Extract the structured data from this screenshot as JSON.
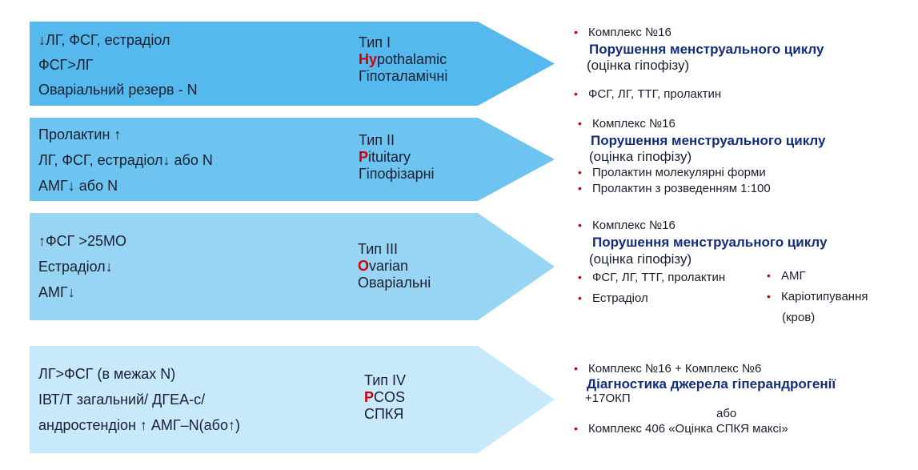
{
  "rows": [
    {
      "lines": [
        "↓ЛГ, ФСГ, естрадіол",
        "ФСГ>ЛГ",
        "Оваріальний резерв - N"
      ],
      "type_label": "Тип I",
      "type_letter": "Hy",
      "type_rest": "pothalamic",
      "type_ukr": "Гіпоталамічні"
    },
    {
      "lines": [
        "Пролактин ↑",
        "ЛГ, ФСГ, естрадіол↓ або N",
        "АМГ↓ або N"
      ],
      "type_label": "Тип II",
      "type_letter": "P",
      "type_rest": "ituitary",
      "type_ukr": "Гіпофізарні"
    },
    {
      "lines": [
        "↑ФСГ >25МО",
        "Естрадіол↓",
        "АМГ↓"
      ],
      "type_label": "Тип III",
      "type_letter": "O",
      "type_rest": "varian",
      "type_ukr": "Оваріальні"
    },
    {
      "lines": [
        "ЛГ>ФСГ (в межах N)",
        "ІВТ/Т загальний/ ДГЕА-с/",
        "андростендіон ↑ АМГ–N(або↑)"
      ],
      "type_label": "Тип IV",
      "type_letter": "P",
      "type_rest": "COS",
      "type_ukr": "СПКЯ"
    }
  ],
  "info": {
    "r1": {
      "complex": "Комплекс №16",
      "title": "Порушення менструального циклу",
      "sub": "(оцінка гіпофізу)",
      "b1": "ФСГ, ЛГ, ТТГ, пролактин"
    },
    "r2": {
      "complex": "Комплекс №16",
      "title": "Порушення менструального циклу",
      "sub": "(оцінка гіпофізу)",
      "b1": "Пролактин молекулярні форми",
      "b2": "Пролактин з розведенням 1:100"
    },
    "r3": {
      "complex": "Комплекс №16",
      "title": "Порушення менструального циклу",
      "sub": "(оцінка гіпофізу)",
      "b1": "ФСГ, ЛГ, ТТГ, пролактин",
      "b2": "Естрадіол",
      "b3": "АМГ",
      "b4": "Каріотипування",
      "b4_note": "(кров)"
    },
    "r4": {
      "complex": "Комплекс №16  + Комплекс №6",
      "title": "Діагностика джерела гіперандрогенії",
      "extra": "+17ОКП",
      "or": "або",
      "b1": "Комплекс 406 «Оцінка СПКЯ максі»"
    }
  }
}
